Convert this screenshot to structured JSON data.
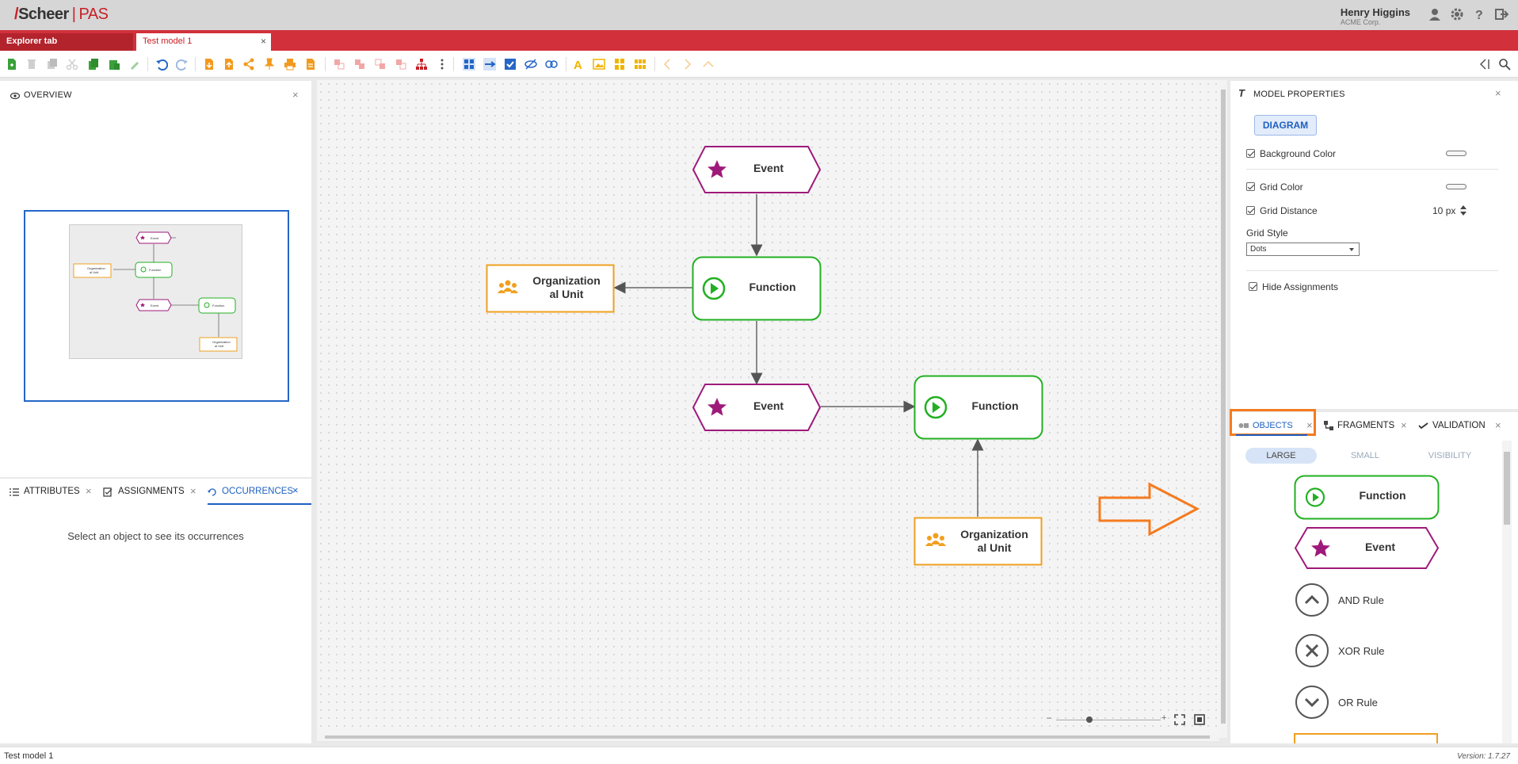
{
  "app": {
    "brand": "Scheer",
    "product": "PAS"
  },
  "user": {
    "name": "Henry Higgins",
    "company": "ACME Corp."
  },
  "tabs": {
    "explorer": "Explorer tab",
    "model": "Test model 1",
    "close": "×"
  },
  "overview": {
    "title": "OVERVIEW",
    "close": "×"
  },
  "bottom_left": {
    "tabs": [
      "ATTRIBUTES",
      "ASSIGNMENTS",
      "OCCURRENCES"
    ],
    "active": "OCCURRENCES",
    "message": "Select an object to see its occurrences",
    "close": "×"
  },
  "canvas": {
    "shapes": {
      "event1": "Event",
      "function1": "Function",
      "org1_line1": "Organization",
      "org1_line2": "al Unit",
      "event2": "Event",
      "function2": "Function",
      "org2_line1": "Organization",
      "org2_line2": "al Unit"
    },
    "zoom_minus": "–",
    "zoom_plus": "+"
  },
  "overview_mini": {
    "event": "Event",
    "function": "Function",
    "org1": "Organization",
    "org2": "al Unit"
  },
  "model_properties": {
    "title": "MODEL PROPERTIES",
    "diagram_button": "DIAGRAM",
    "background_color": "Background Color",
    "grid_color": "Grid Color",
    "grid_distance": "Grid Distance",
    "grid_distance_value": "10",
    "grid_distance_unit": "px",
    "grid_style_label": "Grid Style",
    "grid_style_value": "Dots",
    "hide_assignments": "Hide Assignments",
    "close": "×"
  },
  "objects_panel": {
    "tabs": [
      "OBJECTS",
      "FRAGMENTS",
      "VALIDATION"
    ],
    "close": "×",
    "size_options": [
      "LARGE",
      "SMALL",
      "VISIBILITY"
    ],
    "items": [
      "Function",
      "Event",
      "AND Rule",
      "XOR Rule",
      "OR Rule"
    ]
  },
  "status_bar": {
    "left": "Test model 1",
    "version": "Version: 1.7.27"
  },
  "colors": {
    "brand_red": "#c81f25",
    "function_green": "#22b022",
    "event_magenta": "#9e1a7a",
    "org_orange": "#f0a020",
    "highlight_orange": "#f47b20",
    "active_blue": "#1d5fc2"
  }
}
